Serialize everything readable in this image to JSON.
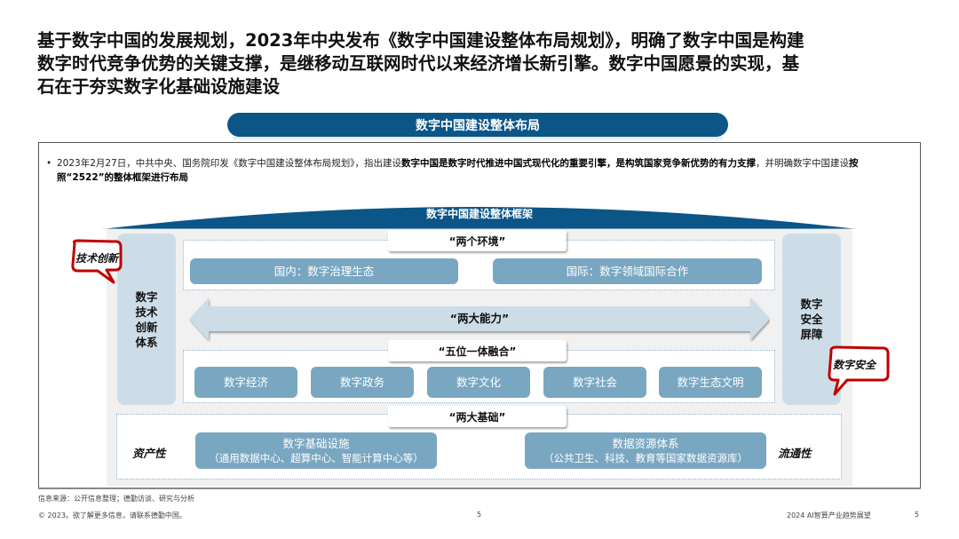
{
  "headline": {
    "line1": "基于数字中国的发展规划，2023年中央发布《数字中国建设整体布局规划》，明确了数字中国是构建",
    "line2": "数字时代竞争优势的关键支撑，是继移动互联网时代以来经济增长新引擎。数字中国愿景的实现，基",
    "line3": "石在于夯实数字化基础设施建设"
  },
  "section_title": "数字中国建设整体布局",
  "bullet": {
    "part1": "2023年2月27日，中共中央、国务院印发《数字中国建设整体布局规划》，指出建设",
    "part2_bold": "数字中国是数字时代推进中国式现代化的重要引擎，是构筑国家竞争新优势的有力支撑",
    "part3": "，并明确数字中国建设",
    "part4_bold": "按照“2522”的整体框架进行布局"
  },
  "framework": {
    "title": "数字中国建设整体框架",
    "left_column": "数字技术创新体系",
    "right_column": "数字安全屏障",
    "left_bubble": "技术创新",
    "right_bubble": "数字安全",
    "two_environments": {
      "label": "“两个环境”",
      "items": [
        "国内：数字治理生态",
        "国际：数字领域国际合作"
      ]
    },
    "two_capabilities": {
      "label": "“两大能力”"
    },
    "five_in_one": {
      "label": "“五位一体融合”",
      "items": [
        "数字经济",
        "数字政务",
        "数字文化",
        "数字社会",
        "数字生态文明"
      ]
    },
    "two_foundations": {
      "label": "“两大基础”",
      "left_tag": "资产性",
      "right_tag": "流通性",
      "items": [
        {
          "title": "数字基础设施",
          "detail": "（通用数据中心、超算中心、智能计算中心等）"
        },
        {
          "title": "数据资源体系",
          "detail": "（公共卫生、科技、教育等国家数据资源库）"
        }
      ]
    }
  },
  "footer": {
    "source": "信息来源：公开信息整理；德勤访谈、研究与分析",
    "copyright": "© 2023。欲了解更多信息，请联系德勤中国。",
    "page_mid": "5",
    "report_title": "2024 AI智算产业趋势展望",
    "page_right": "5"
  },
  "colors": {
    "primary_blue": "#0b5587",
    "box_blue": "#79a7c2",
    "light_blue": "#cddde8",
    "bubble_red": "#c00000"
  }
}
